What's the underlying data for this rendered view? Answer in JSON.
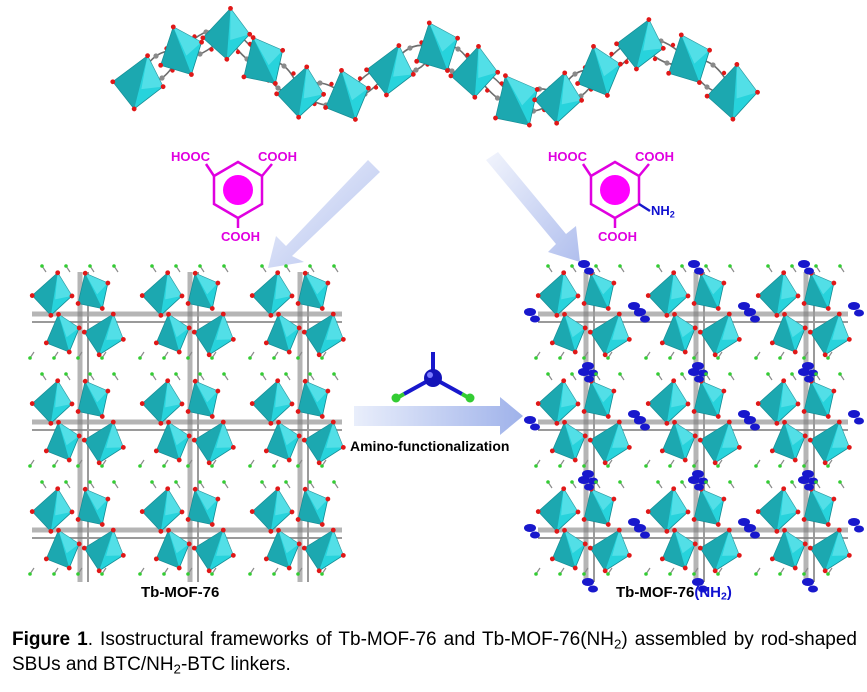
{
  "figure": {
    "left_title": "Tb-MOF-76",
    "right_title_main": "Tb-MOF-76",
    "right_title_paren_open": "(NH",
    "right_title_sub": "2",
    "right_title_paren_close": ")",
    "arrow_label": "Amino-functionalization",
    "btc": {
      "top_left": "HOOC",
      "top_right": "COOH",
      "bottom": "COOH"
    },
    "nh2_btc": {
      "top_left": "HOOC",
      "top_right": "COOH",
      "bottom": "COOH",
      "amine_main": "NH",
      "amine_sub": "2"
    },
    "colors": {
      "polyhedra": "#27d3dc",
      "polyhedra_dark": "#1a9aa2",
      "oxygen": "#e01818",
      "carbon": "#8a8a8a",
      "hydrogen": "#33cc33",
      "nitrogen": "#1818cc",
      "linker": "#e000e0",
      "arrow": "#b8c6ee"
    }
  },
  "caption": {
    "label": "Figure 1",
    "text_1": ". Isostructural frameworks of Tb-MOF-76 and Tb-MOF-76(NH",
    "sub": "2",
    "text_2": ") assembled by rod-shaped SBUs and BTC/NH",
    "sub2": "2",
    "text_3": "-BTC linkers."
  }
}
